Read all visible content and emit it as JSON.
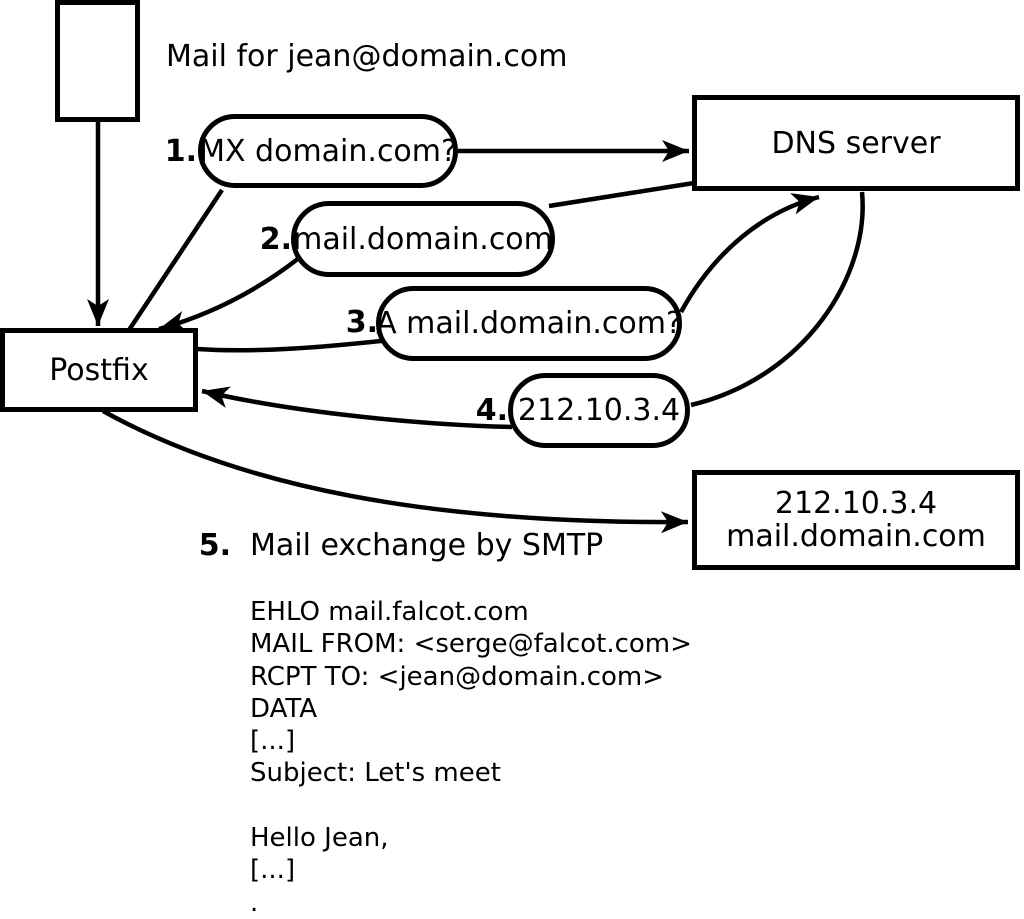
{
  "colors": {
    "stroke": "#000000",
    "background": "#ffffff"
  },
  "title_label": "Mail for jean@domain.com",
  "nodes": {
    "postfix": {
      "label": "Postfix"
    },
    "dns": {
      "label": "DNS server"
    },
    "destination": {
      "line1": "212.10.3.4",
      "line2": "mail.domain.com"
    }
  },
  "steps": [
    {
      "number": "1.",
      "label": "MX domain.com?"
    },
    {
      "number": "2.",
      "label": "mail.domain.com"
    },
    {
      "number": "3.",
      "label": "A mail.domain.com?"
    },
    {
      "number": "4.",
      "label": "212.10.3.4"
    },
    {
      "number": "5.",
      "label": "Mail exchange by SMTP"
    }
  ],
  "smtp_session": {
    "lines": [
      "EHLO mail.falcot.com",
      "MAIL FROM: <serge@falcot.com>",
      "RCPT TO: <jean@domain.com>",
      "DATA",
      "[...]",
      "Subject: Let's meet",
      "",
      "Hello Jean,",
      "[...]",
      "."
    ]
  }
}
